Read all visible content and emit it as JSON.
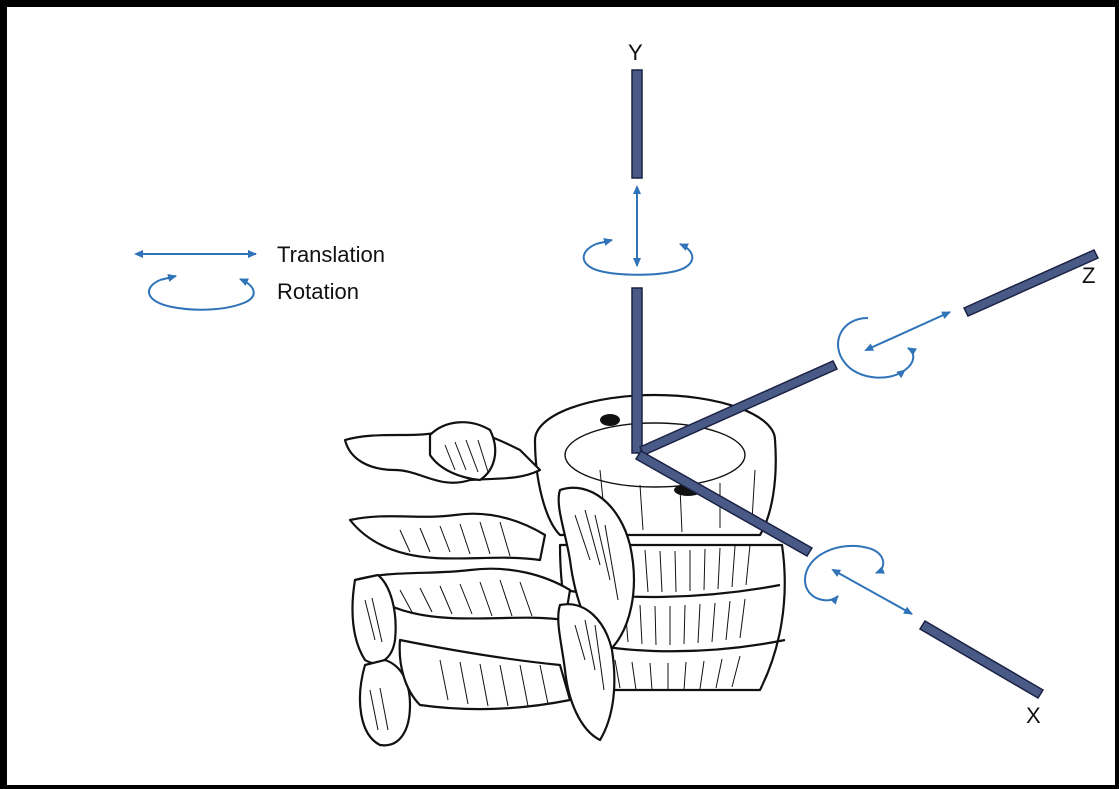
{
  "legend": {
    "translation_label": "Translation",
    "rotation_label": "Rotation"
  },
  "axes": {
    "y_label": "Y",
    "z_label": "Z",
    "x_label": "X"
  },
  "colors": {
    "axis_fill": "#4a5a86",
    "axis_stroke": "#1b2244",
    "arrow_blue": "#2f73b8",
    "ink": "#111111",
    "border": "#000000"
  },
  "icons": [
    "translation-arrow-icon",
    "rotation-arrow-icon",
    "vertebrae-illustration"
  ]
}
